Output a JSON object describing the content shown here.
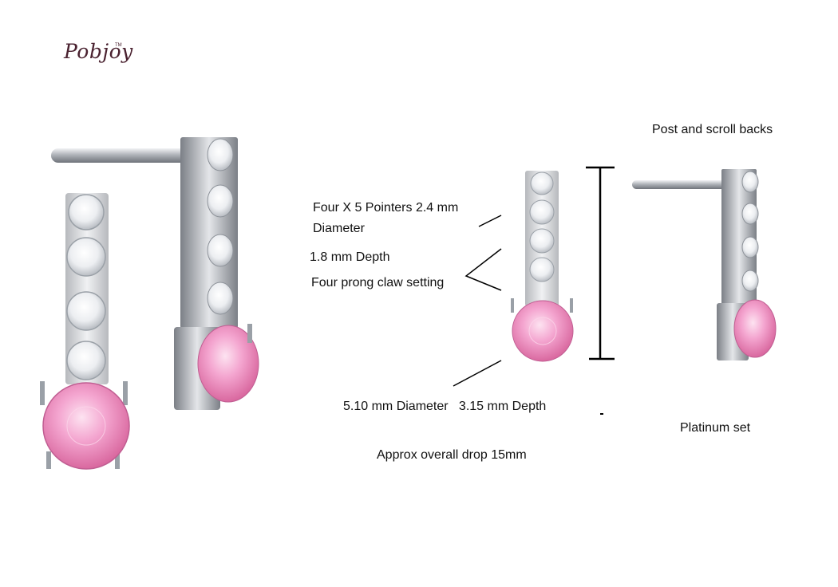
{
  "brand": {
    "logo": "Pobjoy",
    "trademark": "TM"
  },
  "annotations": {
    "post_backs": "Post and scroll backs",
    "pointers_line1": "Four X 5 Pointers 2.4 mm",
    "pointers_line2": "Diameter",
    "depth": "1.8 mm Depth",
    "setting": "Four prong claw setting",
    "main_stone": "5.10 mm Diameter   3.15 mm Depth",
    "overall_drop": "Approx overall drop 15mm",
    "platinum": "Platinum set"
  },
  "colors": {
    "pink_stone": "#f4a6d0",
    "pink_dark": "#d9689f",
    "diamond": "#f1f2f4",
    "metal": "#c8cbd0",
    "metal_dark": "#7b7f86",
    "text": "#111111",
    "logo": "#4a2230"
  }
}
